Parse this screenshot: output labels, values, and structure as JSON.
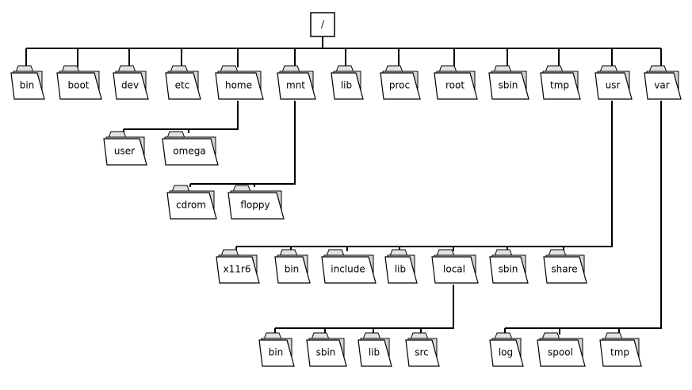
{
  "root": {
    "label": "/"
  },
  "level1": [
    {
      "id": "bin",
      "label": "bin"
    },
    {
      "id": "boot",
      "label": "boot"
    },
    {
      "id": "dev",
      "label": "dev"
    },
    {
      "id": "etc",
      "label": "etc"
    },
    {
      "id": "home",
      "label": "home"
    },
    {
      "id": "mnt",
      "label": "mnt"
    },
    {
      "id": "lib",
      "label": "lib"
    },
    {
      "id": "proc",
      "label": "proc"
    },
    {
      "id": "root",
      "label": "root"
    },
    {
      "id": "sbin",
      "label": "sbin"
    },
    {
      "id": "tmp",
      "label": "tmp"
    },
    {
      "id": "usr",
      "label": "usr"
    },
    {
      "id": "var",
      "label": "var"
    }
  ],
  "home_children": [
    {
      "id": "user",
      "label": "user"
    },
    {
      "id": "omega",
      "label": "omega"
    }
  ],
  "mnt_children": [
    {
      "id": "cdrom",
      "label": "cdrom"
    },
    {
      "id": "floppy",
      "label": "floppy"
    }
  ],
  "usr_children": [
    {
      "id": "x11r6",
      "label": "x11r6"
    },
    {
      "id": "bin",
      "label": "bin"
    },
    {
      "id": "include",
      "label": "include"
    },
    {
      "id": "lib",
      "label": "lib"
    },
    {
      "id": "local",
      "label": "local"
    },
    {
      "id": "sbin",
      "label": "sbin"
    },
    {
      "id": "share",
      "label": "share"
    }
  ],
  "local_children": [
    {
      "id": "bin",
      "label": "bin"
    },
    {
      "id": "sbin",
      "label": "sbin"
    },
    {
      "id": "lib",
      "label": "lib"
    },
    {
      "id": "src",
      "label": "src"
    }
  ],
  "var_children": [
    {
      "id": "log",
      "label": "log"
    },
    {
      "id": "spool",
      "label": "spool"
    },
    {
      "id": "tmp",
      "label": "tmp"
    }
  ]
}
